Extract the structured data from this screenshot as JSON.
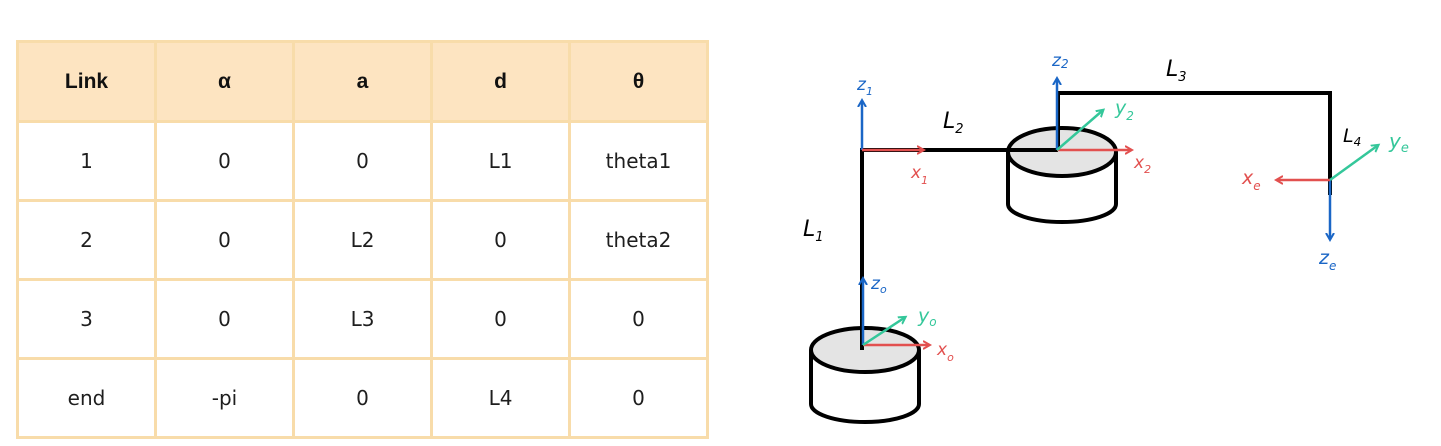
{
  "table": {
    "headers": [
      "Link",
      "α",
      "a",
      "d",
      "θ"
    ],
    "rows": [
      [
        "1",
        "0",
        "0",
        "L1",
        "theta1"
      ],
      [
        "2",
        "0",
        "L2",
        "0",
        "theta2"
      ],
      [
        "3",
        "0",
        "L3",
        "0",
        "0"
      ],
      [
        "end",
        "-pi",
        "0",
        "L4",
        "0"
      ]
    ]
  },
  "diagram": {
    "link_labels": {
      "L1": "L",
      "L1_sub": "1",
      "L2": "L",
      "L2_sub": "2",
      "L3": "L",
      "L3_sub": "3",
      "L4": "L",
      "L4_sub": "4"
    },
    "frame0": {
      "z": "z",
      "z_sub": "o",
      "x": "x",
      "x_sub": "o",
      "y": "y",
      "y_sub": "o"
    },
    "frame1": {
      "z": "z",
      "z_sub": "1",
      "x": "x",
      "x_sub": "1"
    },
    "frame2": {
      "z": "z",
      "z_sub": "2",
      "x": "x",
      "x_sub": "2",
      "y": "y",
      "y_sub": "2"
    },
    "frame_e": {
      "z": "z",
      "z_sub": "e",
      "x": "x",
      "x_sub": "e",
      "y": "y",
      "y_sub": "e"
    },
    "colors": {
      "z_axis": "#1a66c6",
      "x_axis": "#e2504f",
      "y_axis": "#34c79a",
      "link": "#000000",
      "joint_fill": "#e4e4e4"
    }
  }
}
